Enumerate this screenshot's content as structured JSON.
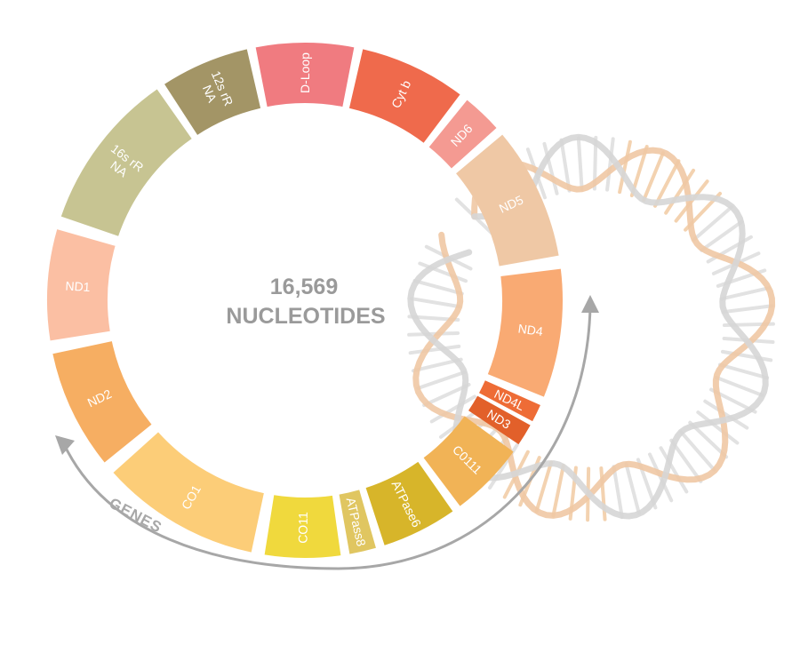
{
  "center": {
    "line1": "16,569",
    "line2": "NUCLEOTIDES"
  },
  "genes_label": "GENES",
  "segments": [
    {
      "label": "D-Loop",
      "color": "#f07b80"
    },
    {
      "label": "Cyt b",
      "color": "#ef6a4c"
    },
    {
      "label": "ND6",
      "color": "#f49a92"
    },
    {
      "label": "ND5",
      "color": "#efc8a5"
    },
    {
      "label": "ND4",
      "color": "#f9aa73"
    },
    {
      "label": "ND4L",
      "color": "#ee6c36"
    },
    {
      "label": "ND3",
      "color": "#e2602a"
    },
    {
      "label": "C0111",
      "color": "#f1b356"
    },
    {
      "label": "ATPase6",
      "color": "#d7b52a"
    },
    {
      "label": "ATPass8",
      "color": "#e0c661"
    },
    {
      "label": "CO11",
      "color": "#f0d93d"
    },
    {
      "label": "CO1",
      "color": "#fccd78"
    },
    {
      "label": "ND2",
      "color": "#f6ae62"
    },
    {
      "label": "ND1",
      "color": "#fbbfa3"
    },
    {
      "label": "16s rR\nNA",
      "color": "#c7c492"
    },
    {
      "label": "12s rR\nNA",
      "color": "#a39566"
    }
  ],
  "icons": {
    "helix": "dna-helix-icon",
    "arrow": "curved-arrow-icon"
  }
}
